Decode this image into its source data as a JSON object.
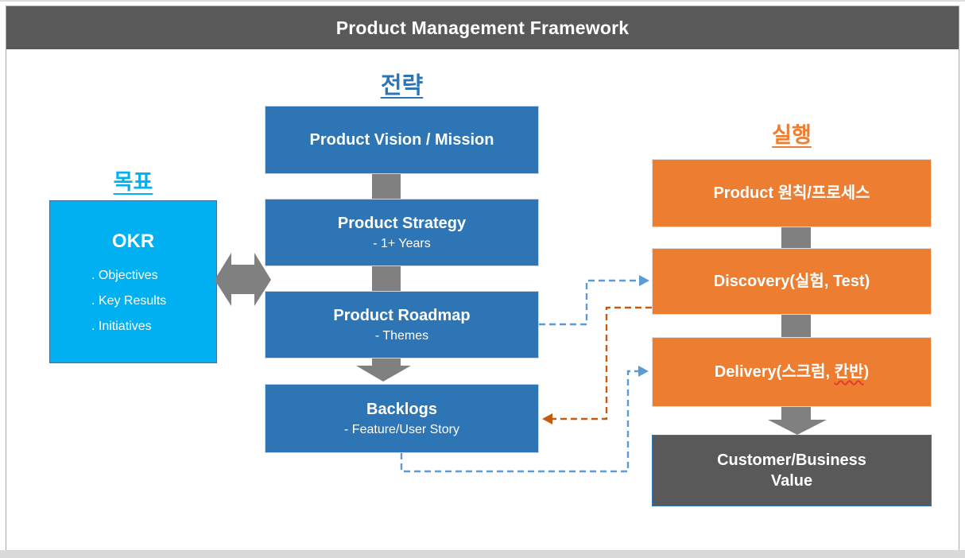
{
  "title": "Product Management Framework",
  "colors": {
    "title_bar": "#595959",
    "strategy_blue": "#2E75B6",
    "goal_cyan": "#00B0F0",
    "execution_orange": "#ED7D31",
    "value_gray": "#595959",
    "connector_gray": "#808080",
    "dashed_blue": "#5B9BD5",
    "dashed_orange": "#C55A11",
    "spellcheck_red": "#E8392E"
  },
  "goal": {
    "heading": "목표",
    "okr": {
      "title": "OKR",
      "items": [
        ". Objectives",
        ". Key Results",
        ". Initiatives"
      ]
    }
  },
  "strategy": {
    "heading": "전략",
    "boxes": [
      {
        "title": "Product Vision / Mission",
        "subtitle": ""
      },
      {
        "title": "Product Strategy",
        "subtitle": "- 1+ Years"
      },
      {
        "title": "Product Roadmap",
        "subtitle": "- Themes"
      },
      {
        "title": "Backlogs",
        "subtitle": "- Feature/User Story"
      }
    ]
  },
  "execution": {
    "heading": "실행",
    "boxes": [
      {
        "title": "Product 원칙/프로세스"
      },
      {
        "title": "Discovery(실험, Test)"
      },
      {
        "title_prefix": "Delivery(스크럼, ",
        "title_misspelled": "칸반",
        "title_suffix": ")"
      }
    ],
    "value_box": {
      "line1": "Customer/Business",
      "line2": "Value"
    }
  }
}
